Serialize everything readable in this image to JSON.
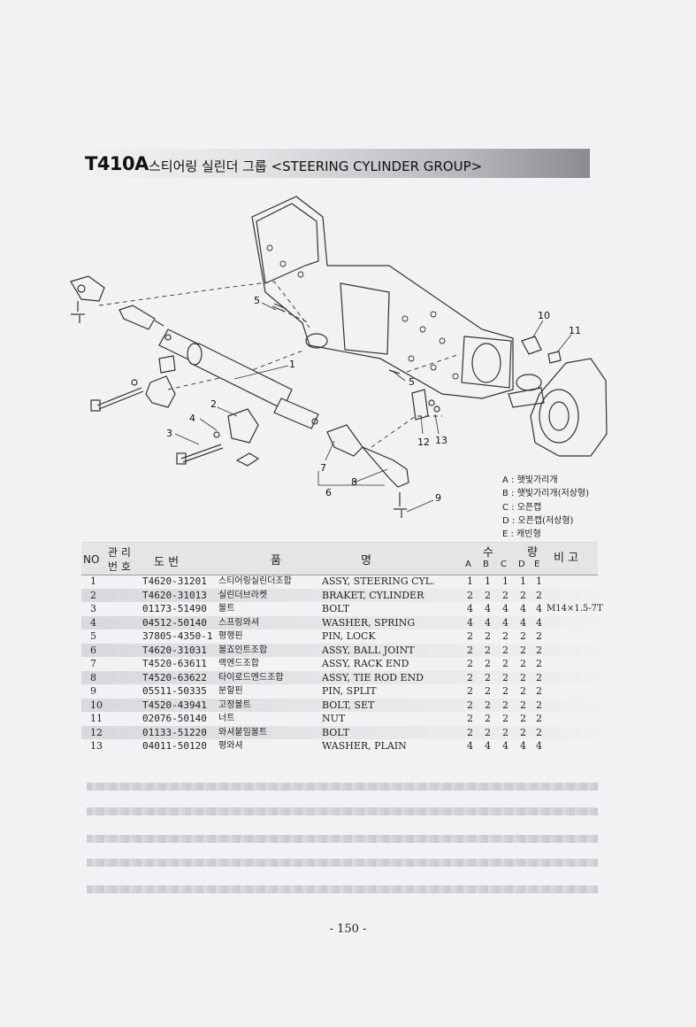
{
  "header": {
    "code": "T410A",
    "title": "스티어링 실린더 그룹 <STEERING CYLINDER GROUP>"
  },
  "diagram": {
    "callouts": [
      "1",
      "2",
      "3",
      "4",
      "5",
      "5",
      "6",
      "7",
      "8",
      "9",
      "10",
      "11",
      "12",
      "13"
    ]
  },
  "legend": [
    "A : 햇빛가리개",
    "B : 햇빛가리개(저상형)",
    "C : 오픈캡",
    "D : 오픈캡(저상형)",
    "E : 캐빈형"
  ],
  "table": {
    "headers": {
      "no": "NO",
      "mgmt_top": "관 리",
      "mgmt_bottom": "번 호",
      "drawing": "도   번",
      "name_a": "품",
      "name_b": "명",
      "qty_a": "수",
      "qty_b": "량",
      "remark": "비  고",
      "qty_cols": [
        "A",
        "B",
        "C",
        "D",
        "E"
      ]
    },
    "rows": [
      {
        "no": "1",
        "part": "T4620-31201",
        "kor": "스티어링실린더조합",
        "eng": "ASSY, STEERING CYL.",
        "qty": [
          "1",
          "1",
          "1",
          "1",
          "1"
        ],
        "remark": ""
      },
      {
        "no": "2",
        "part": "T4620-31013",
        "kor": "실린더브라켓",
        "eng": "BRAKET, CYLINDER",
        "qty": [
          "2",
          "2",
          "2",
          "2",
          "2"
        ],
        "remark": ""
      },
      {
        "no": "3",
        "part": "01173-51490",
        "kor": "볼트",
        "eng": "BOLT",
        "qty": [
          "4",
          "4",
          "4",
          "4",
          "4"
        ],
        "remark": "M14×1.5-7T"
      },
      {
        "no": "4",
        "part": "04512-50140",
        "kor": "스프링와셔",
        "eng": "WASHER, SPRING",
        "qty": [
          "4",
          "4",
          "4",
          "4",
          "4"
        ],
        "remark": ""
      },
      {
        "no": "5",
        "part": "37805-4350-1",
        "kor": "평행핀",
        "eng": "PIN, LOCK",
        "qty": [
          "2",
          "2",
          "2",
          "2",
          "2"
        ],
        "remark": ""
      },
      {
        "no": "6",
        "part": "T4620-31031",
        "kor": "볼죠인트조합",
        "eng": "ASSY, BALL JOINT",
        "qty": [
          "2",
          "2",
          "2",
          "2",
          "2"
        ],
        "remark": ""
      },
      {
        "no": "7",
        "part": "T4520-63611",
        "kor": "랙엔드조합",
        "eng": "ASSY, RACK END",
        "qty": [
          "2",
          "2",
          "2",
          "2",
          "2"
        ],
        "remark": ""
      },
      {
        "no": "8",
        "part": "T4520-63622",
        "kor": "타이로드엔드조합",
        "eng": "ASSY, TIE ROD END",
        "qty": [
          "2",
          "2",
          "2",
          "2",
          "2"
        ],
        "remark": ""
      },
      {
        "no": "9",
        "part": "05511-50335",
        "kor": "분할핀",
        "eng": "PIN, SPLIT",
        "qty": [
          "2",
          "2",
          "2",
          "2",
          "2"
        ],
        "remark": ""
      },
      {
        "no": "10",
        "part": "T4520-43941",
        "kor": "고정볼트",
        "eng": "BOLT, SET",
        "qty": [
          "2",
          "2",
          "2",
          "2",
          "2"
        ],
        "remark": ""
      },
      {
        "no": "11",
        "part": "02076-50140",
        "kor": "너트",
        "eng": "NUT",
        "qty": [
          "2",
          "2",
          "2",
          "2",
          "2"
        ],
        "remark": ""
      },
      {
        "no": "12",
        "part": "01133-51220",
        "kor": "와셔붙임볼트",
        "eng": "BOLT",
        "qty": [
          "2",
          "2",
          "2",
          "2",
          "2"
        ],
        "remark": ""
      },
      {
        "no": "13",
        "part": "04011-50120",
        "kor": "평와셔",
        "eng": "WASHER, PLAIN",
        "qty": [
          "4",
          "4",
          "4",
          "4",
          "4"
        ],
        "remark": ""
      }
    ]
  },
  "page_number": "- 150 -"
}
